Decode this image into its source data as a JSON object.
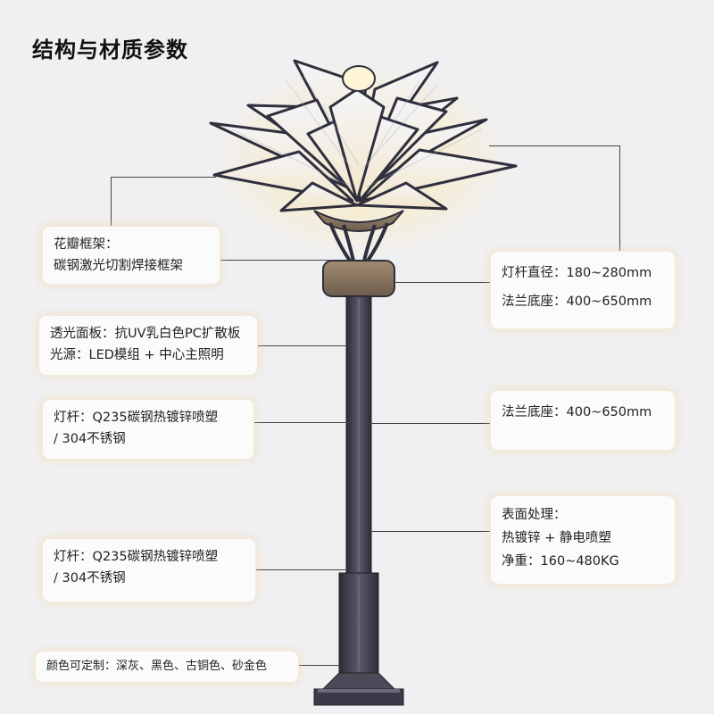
{
  "page": {
    "title": "结构与材质参数"
  },
  "left_cards": [
    {
      "lines": [
        "花瓣框架：",
        "碳钢激光切割焊接框架"
      ]
    },
    {
      "lines": [
        "透光面板：抗UV乳白色PC扩散板",
        "光源：LED模组 + 中心主照明"
      ]
    },
    {
      "lines": [
        "灯杆：Q235碳钢热镀锌喷塑",
        " / 304不锈钢"
      ]
    },
    {
      "lines": [
        "灯杆：Q235碳钢热镀锌喷塑",
        " / 304不锈钢"
      ]
    },
    {
      "lines": [
        "颜色可定制：深灰、黑色、古铜色、砂金色"
      ]
    }
  ],
  "right_cards": [
    {
      "lines": [
        "灯杆直径：180~280mm",
        "法兰底座：400~650mm"
      ]
    },
    {
      "lines": [
        "法兰底座：400~650mm"
      ]
    },
    {
      "lines": [
        "表面处理：",
        "热镀锌 + 静电喷塑",
        "净重：160~480KG"
      ]
    }
  ],
  "colors": {
    "pole": "#3a3a48",
    "bronze": "#8a7560",
    "glow": "#fff3cc",
    "frame": "#2f2f3d",
    "card_glow": "#f0d7aa"
  }
}
